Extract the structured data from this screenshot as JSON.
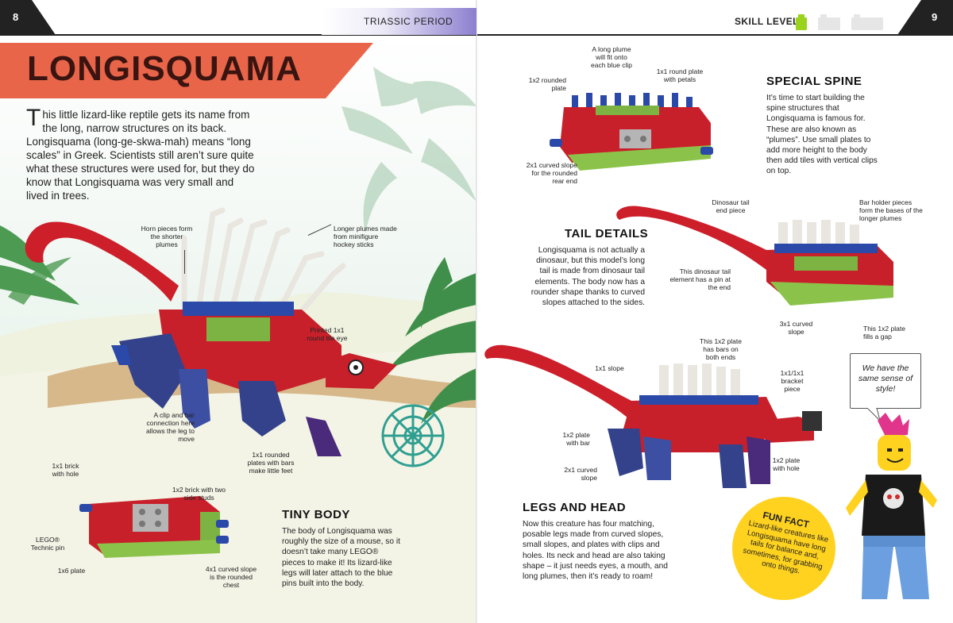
{
  "header": {
    "left_page_number": "8",
    "right_page_number": "9",
    "period": "TRIASSIC PERIOD",
    "skill_level_label": "SKILL LEVEL"
  },
  "colors": {
    "banner": "#e8654a",
    "title": "#3a1410",
    "skill_active": "#9bd21b",
    "skill_inactive": "#e6e6e6",
    "fun_fact": "#ffd21f",
    "period_accent": "#8b7fcf"
  },
  "skill_level": {
    "active": 1,
    "total": 3
  },
  "title": "LONGISQUAMA",
  "intro": {
    "dropcap": "T",
    "text": "his little lizard-like reptile gets its name from the long, narrow structures on its back. Longisquama (long-ge-skwa-mah) means “long scales” in Greek. Scientists still aren’t sure quite what these structures were used for, but they do know that Longisquama was very small and lived in trees."
  },
  "main_model_labels": {
    "horn": "Horn pieces form the shorter plumes",
    "hockey": "Longer plumes made from minifigure hockey sticks",
    "eye": "Printed 1x1 round tile eye",
    "clip": "A clip and bar connection here allows the leg to move",
    "feet": "1x1 rounded plates with bars make little feet"
  },
  "tiny_body": {
    "heading": "TINY BODY",
    "text": "The body of Longisquama was roughly the size of a mouse, so it doesn’t take many LEGO® pieces to make it! Its lizard-like legs will later attach to the blue pins built into the body.",
    "labels": {
      "brick_hole": "1x1 brick with hole",
      "side_studs": "1x2 brick with two side studs",
      "technic": "LEGO® Technic pin",
      "plate": "1x6 plate",
      "slope": "4x1 curved slope is the rounded chest"
    }
  },
  "special_spine": {
    "heading": "SPECIAL SPINE",
    "text": "It’s time to start building the spine structures that Longisquama is famous for. These are also known as “plumes”. Use small plates to add more height to the body then add tiles with vertical clips on top.",
    "labels": {
      "plume": "A long plume will fit onto each blue clip",
      "rounded_plate": "1x2 rounded plate",
      "petals": "1x1 round plate with petals",
      "curved": "2x1 curved slope for the rounded rear end"
    }
  },
  "tail_details": {
    "heading": "TAIL DETAILS",
    "text": "Longisquama is not actually a dinosaur, but this model’s long tail is made from dinosaur tail elements. The body now has a rounder shape thanks to curved slopes attached to the sides.",
    "labels": {
      "tail_end": "Dinosaur tail end piece",
      "bar_holder": "Bar holder pieces form the bases of the longer plumes",
      "pin": "This dinosaur tail element has a pin at the end",
      "curved3": "3x1 curved slope",
      "fills": "This 1x2 plate fills a gap"
    }
  },
  "legs_head": {
    "heading": "LEGS AND HEAD",
    "text": "Now this creature has four matching, posable legs made from curved slopes, small slopes, and plates with clips and holes. Its neck and head are also taking shape – it just needs eyes, a mouth, and long plumes, then it’s ready to roam!",
    "labels": {
      "slope": "1x1 slope",
      "bars_both": "This 1x2 plate has bars on both ends",
      "bracket": "1x1/1x1 bracket piece",
      "with_bar": "1x2 plate with bar",
      "curved2": "2x1 curved slope",
      "with_hole": "1x2 plate with hole"
    }
  },
  "speech_bubble": "We have the same sense of style!",
  "fun_fact": {
    "title": "FUN FACT",
    "text": "Lizard-like creatures like Longisquama have long tails for balance and, sometimes, for grabbing onto things."
  }
}
